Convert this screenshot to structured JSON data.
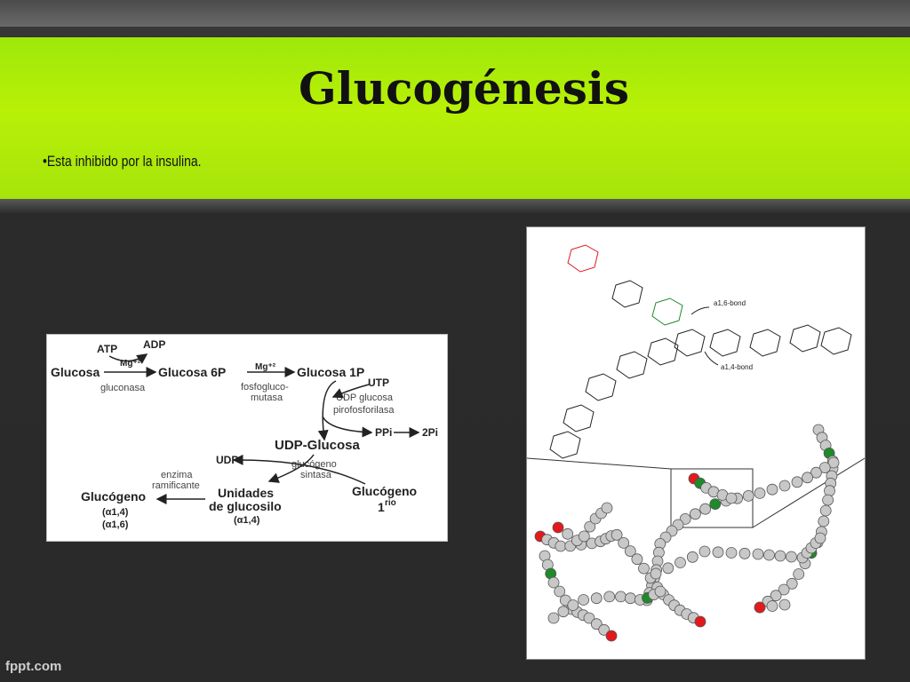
{
  "slide": {
    "title": "Glucogénesis",
    "bullet": "•Esta inhibido por la insulina.",
    "footer": "fppt.com"
  },
  "pathway_diagram": {
    "labels": {
      "atp": "ATP",
      "adp": "ADP",
      "mg1": "Mg⁺²",
      "glucosa": "Glucosa",
      "gluconasa": "gluconasa",
      "glucosa6p": "Glucosa 6P",
      "mg2": "Mg⁺²",
      "glucosa1p": "Glucosa 1P",
      "fosfoglucomutasa1": "fosfogluco-",
      "fosfoglucomutasa2": "mutasa",
      "utp": "UTP",
      "udp_glucosa_enzyme1": "UDP glucosa",
      "udp_glucosa_enzyme2": "pirofosforilasa",
      "ppi": "PPi",
      "two_pi": "2Pi",
      "udp_glucosa": "UDP-Glucosa",
      "udp": "UDP",
      "glucogeno_sintasa1": "glucógeno",
      "glucogeno_sintasa2": "sintasa",
      "enzima1": "enzima",
      "enzima2": "ramificante",
      "glucogeno": "Glucógeno",
      "alpha14_a": "(α1,4)",
      "alpha16": "(α1,6)",
      "unidades1": "Unidades",
      "unidades2": "de glucosilo",
      "alpha14_b": "(α1,4)",
      "glucogeno1rio": "Glucógeno",
      "primario_num": "1",
      "primario_sup": "rio"
    }
  },
  "glycogen_structure": {
    "labels": {
      "a16_bond": "a1,6-bond",
      "a14_bond": "a1,4-bond"
    },
    "colors": {
      "red": "#e31a1c",
      "green": "#1f8a2a",
      "gray": "#c8c8c8"
    }
  }
}
